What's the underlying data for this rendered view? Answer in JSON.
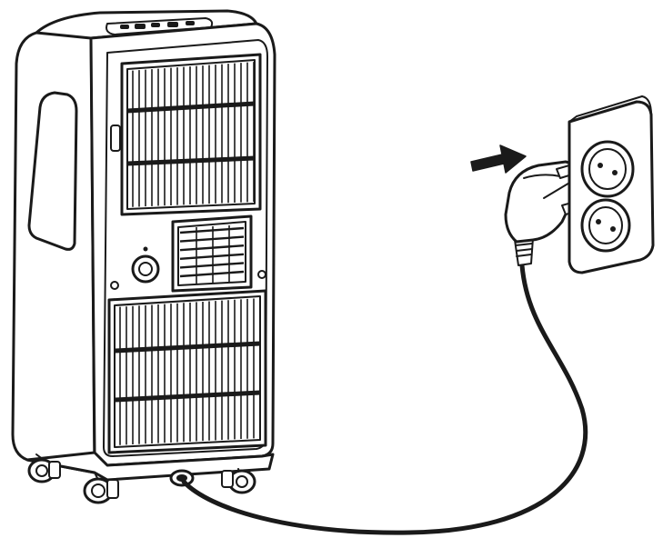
{
  "figure": {
    "kind": "line-art illustration",
    "subject": [
      "portable-air-conditioner",
      "power-cord",
      "power-plug",
      "wall-socket",
      "insert-direction-arrow"
    ]
  },
  "colors": {
    "stroke": "#1a1a1a",
    "fill": "#ffffff",
    "arrow": "#1a1a1a"
  }
}
